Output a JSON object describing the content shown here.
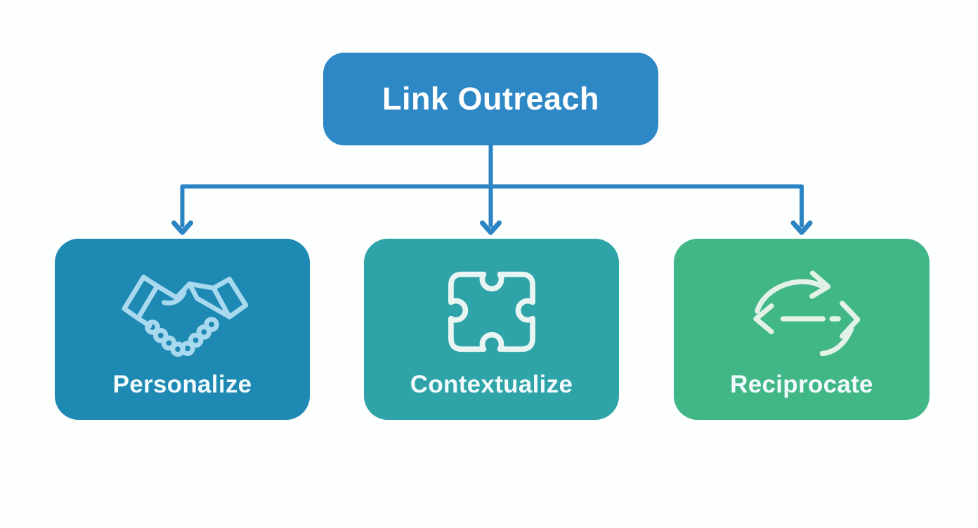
{
  "diagram": {
    "root": {
      "label": "Link Outreach"
    },
    "children": [
      {
        "label": "Personalize",
        "icon": "handshake"
      },
      {
        "label": "Contextualize",
        "icon": "puzzle-piece"
      },
      {
        "label": "Reciprocate",
        "icon": "exchange-arrows"
      }
    ]
  },
  "colors": {
    "canvas_background": "#FDFEFE",
    "root_node_fill": "#2E88C6",
    "root_node_text": "#FFFFFF",
    "connector_stroke": "#2B84C4",
    "personalize_fill": "#1E8AB4",
    "contextualize_fill": "#2EA4A9",
    "reciprocate_fill": "#41B787",
    "personalize_icon_stroke": "#A9D9EF",
    "contextualize_icon_stroke": "#E9F5F2",
    "reciprocate_icon_stroke": "#E3F2E6",
    "child_label_text": "#F3FAFC"
  }
}
